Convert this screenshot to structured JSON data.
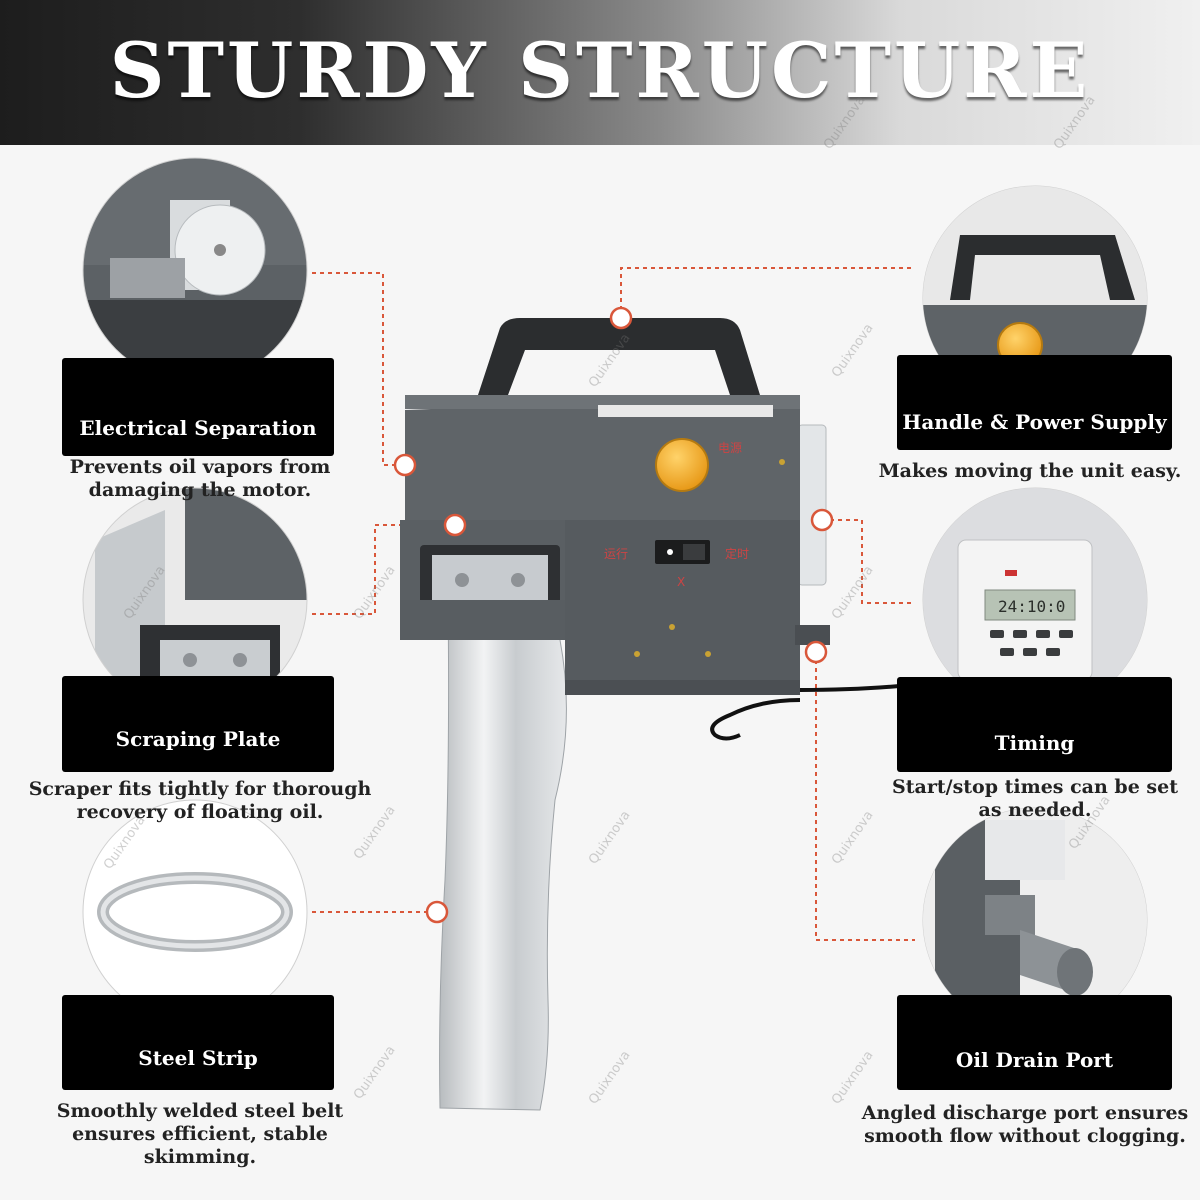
{
  "header": {
    "title": "STURDY STRUCTURE"
  },
  "watermark": "Quixnova",
  "features": {
    "electrical": {
      "label": "Electrical Separation",
      "desc1": "Prevents oil vapors from",
      "desc2": "damaging the motor."
    },
    "scraping": {
      "label": "Scraping Plate",
      "desc1": "Scraper fits tightly for thorough",
      "desc2": "recovery of floating oil."
    },
    "steel": {
      "label": "Steel Strip",
      "desc1": "Smoothly welded steel belt",
      "desc2": "ensures efficient, stable",
      "desc3": "skimming."
    },
    "handle": {
      "label": "Handle & Power Supply",
      "desc1": "Makes moving the unit easy."
    },
    "timing": {
      "label": "Timing",
      "desc1": "Start/stop times can be set",
      "desc2": "as needed.",
      "display": "24:10:0"
    },
    "drain": {
      "label": "Oil Drain Port",
      "desc1": "Angled discharge port ensures",
      "desc2": "smooth flow without clogging."
    }
  },
  "machine": {
    "label_left": "运行",
    "label_right": "定时",
    "label_light": "电源",
    "switch_mark": "X"
  },
  "colors": {
    "accent": "#d9573a",
    "body": "#5d6266",
    "lamp": "#f2a51a",
    "label_bg": "#000000"
  }
}
